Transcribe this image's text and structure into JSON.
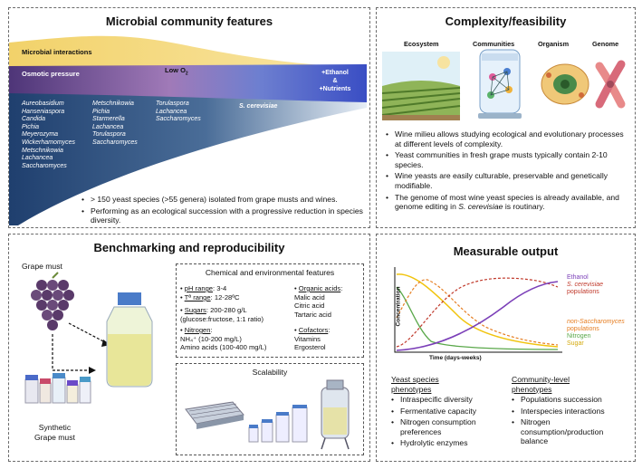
{
  "panels": {
    "microbial": {
      "title": "Microbial community features",
      "bands": {
        "interactions": "Microbial interactions",
        "osmotic": "Osmotic pressure",
        "low_o2": "Low O",
        "low_o2_sub": "2",
        "ethanol_line1": "+Ethanol",
        "ethanol_line2": "&",
        "ethanol_line3": "+Nutrients"
      },
      "genera_col1": [
        "Aureobasidium",
        "Hanseniaspora",
        "Candida",
        "Pichia",
        "Meyerozyma",
        "Wickerhamomyces",
        "Metschnikowia",
        "Lachancea",
        "Saccharomyces"
      ],
      "genera_col2": [
        "Metschnikowia",
        "Pichia",
        "Starmerella",
        "Lachancea",
        "Torulaspora",
        "Saccharomyces"
      ],
      "genera_col3": [
        "Torulaspora",
        "Lachancea",
        "Saccharomyces"
      ],
      "genera_col4": [
        "S. cerevisiae"
      ],
      "bullets": [
        "> 150 yeast species (>55 genera) isolated from grape musts and wines.",
        "Performing as an ecological succession with a progressive reduction in species diversity."
      ]
    },
    "complexity": {
      "title": "Complexity/feasibility",
      "levels": [
        "Ecosystem",
        "Communities",
        "Organism",
        "Genome"
      ],
      "bullets": [
        "Wine milieu allows studying ecological and evolutionary processes at different levels of complexity.",
        "Yeast communities in fresh grape musts typically contain 2-10 species.",
        "Wine yeasts are easily culturable, preservable and genetically modifiable."
      ],
      "last_bullet_pre": "The genome of most wine yeast species is already available, and genome editing in ",
      "last_bullet_italic": "S. cerevisiae",
      "last_bullet_post": " is routinary."
    },
    "benchmark": {
      "title": "Benchmarking and reproducibility",
      "grape_must": "Grape must",
      "synthetic_line1": "Synthetic",
      "synthetic_line2": "Grape must",
      "features_title": "Chemical and environmental features",
      "ph_label": "pH range",
      "ph_value": ": 3-4",
      "temp_label": "Tª range",
      "temp_value": ": 12-28ºC",
      "sugars_label": "Sugars",
      "sugars_value": ": 200-280 g/L",
      "sugars_note": "(glucose:fructose, 1:1 ratio)",
      "nitrogen_label": "Nitrogen",
      "nitrogen_value": ":",
      "nitrogen_nh4": "NH₄⁺ (10-200 mg/L)",
      "nitrogen_aa": "Amino acids (100-400 mg/L)",
      "organic_label": "Organic acids",
      "organic_items": [
        "Malic acid",
        "Citric acid",
        "Tartaric acid"
      ],
      "cofactors_label": "Cofactors",
      "cofactors_items": [
        "Vitamins",
        "Ergosterol"
      ],
      "scalability": "Scalability"
    },
    "output": {
      "title": "Measurable output",
      "ylabel": "Concentration",
      "xlabel": "Time (days-weeks)",
      "legend": {
        "ethanol": "Ethanol",
        "scer": "S. cerevisiae",
        "scer_sub": "populations",
        "nonsac": "non-Saccharomyces",
        "nonsac_sub": "populations",
        "nitrogen": "Nitrogen",
        "sugar": "Sugar"
      },
      "yeast_title_line1": "Yeast species",
      "yeast_title_line2": "phenotypes",
      "yeast_items": [
        "Intraspecific diversity",
        "Fermentative capacity",
        "Nitrogen consumption preferences",
        "Hydrolytic enzymes"
      ],
      "community_title_line1": "Community-level",
      "community_title_line2": "phenotypes",
      "community_items": [
        "Populations succession",
        "Interspecies interactions",
        "Nitrogen consumption/production balance"
      ]
    }
  },
  "colors": {
    "interactions": "#f5c542",
    "osmotic": "#5a3c8c",
    "ethanol_band": "#3b4fc8",
    "funnel": "#1f4e79",
    "ethanol": "#7b3fb8",
    "scer": "#c0392b",
    "nonsac": "#e67e22",
    "nitrogen": "#5aa84a",
    "sugar": "#f1c40f"
  }
}
